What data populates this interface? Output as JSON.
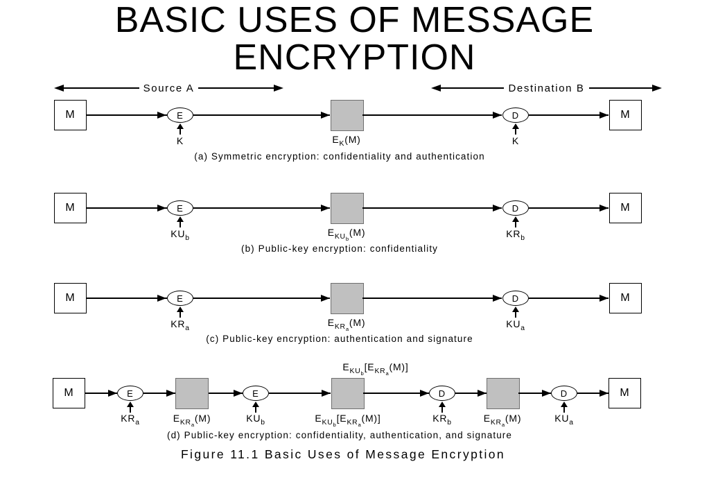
{
  "title": {
    "line1": "BASIC USES OF MESSAGE",
    "line2": "ENCRYPTION"
  },
  "headers": {
    "source": "Source A",
    "destination": "Destination B"
  },
  "rows": {
    "a": {
      "message_in": "M",
      "encrypt_label": "E",
      "encrypt_key": "K",
      "ciphertext": "E_{K}(M)",
      "decrypt_label": "D",
      "decrypt_key": "K",
      "message_out": "M",
      "caption": "(a) Symmetric encryption: confidentiality and authentication"
    },
    "b": {
      "message_in": "M",
      "encrypt_label": "E",
      "encrypt_key": "KU_{b}",
      "ciphertext": "E_{KU_{b}}(M)",
      "decrypt_label": "D",
      "decrypt_key": "KR_{b}",
      "message_out": "M",
      "caption": "(b) Public-key encryption: confidentiality"
    },
    "c": {
      "message_in": "M",
      "encrypt_label": "E",
      "encrypt_key": "KR_{a}",
      "ciphertext": "E_{KR_{a}}(M)",
      "decrypt_label": "D",
      "decrypt_key": "KU_{a}",
      "message_out": "M",
      "caption": "(c) Public-key encryption: authentication and signature"
    },
    "d": {
      "message_in": "M",
      "encrypt1_label": "E",
      "encrypt1_key": "KR_{a}",
      "ciphertext1": "E_{KR_{a}}(M)",
      "encrypt2_label": "E",
      "encrypt2_key": "KU_{b}",
      "ciphertext2_above": "E_{KU_{b}}[E_{KR_{a}}(M)]",
      "ciphertext2": "E_{KU_{b}}[E_{KR_{a}}(M)]",
      "decrypt1_label": "D",
      "decrypt1_key": "KR_{b}",
      "ciphertext3": "E_{KR_{a}}(M)",
      "decrypt2_label": "D",
      "decrypt2_key": "KU_{a}",
      "message_out": "M",
      "caption": "(d) Public-key encryption: confidentiality, authentication, and signature"
    }
  },
  "figure_caption": "Figure 11.1  Basic Uses of Message Encryption",
  "colors": {
    "ink": "#000000",
    "ciphertext_box_fill": "#c0c0c0",
    "ciphertext_box_border": "#6e6e6e",
    "background": "#ffffff"
  }
}
